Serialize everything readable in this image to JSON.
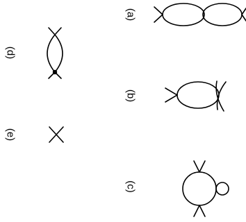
{
  "diagrams": [
    {
      "id": "a",
      "label": "(a)"
    },
    {
      "id": "b",
      "label": "(b)"
    },
    {
      "id": "c",
      "label": "(c)"
    },
    {
      "id": "d",
      "label": "(d)"
    },
    {
      "id": "e",
      "label": "(e)"
    }
  ]
}
